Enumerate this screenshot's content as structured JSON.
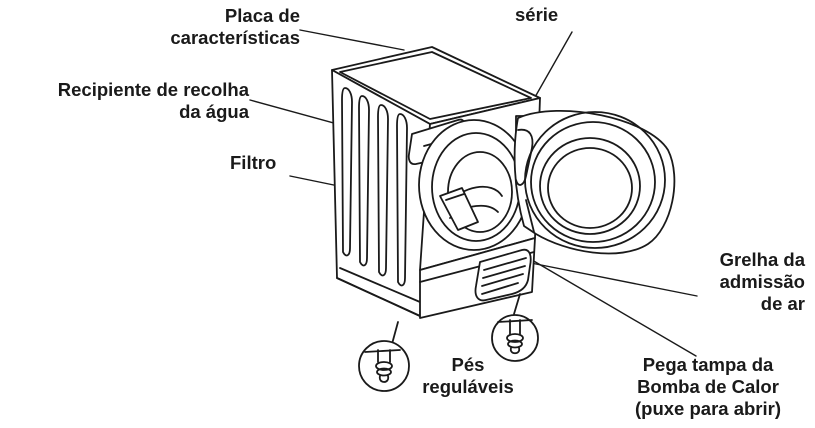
{
  "labels": {
    "placa": [
      "Placa de",
      "características"
    ],
    "serie": [
      "série"
    ],
    "recipiente": [
      "Recipiente de recolha",
      "da água"
    ],
    "filtro": [
      "Filtro"
    ],
    "grelha": [
      "Grelha da",
      "admissão",
      "de ar"
    ],
    "pes": [
      "Pés",
      "reguláveis"
    ],
    "pega": [
      "Pega tampa da",
      "Bomba de Calor",
      "(puxe para abrir)"
    ]
  }
}
